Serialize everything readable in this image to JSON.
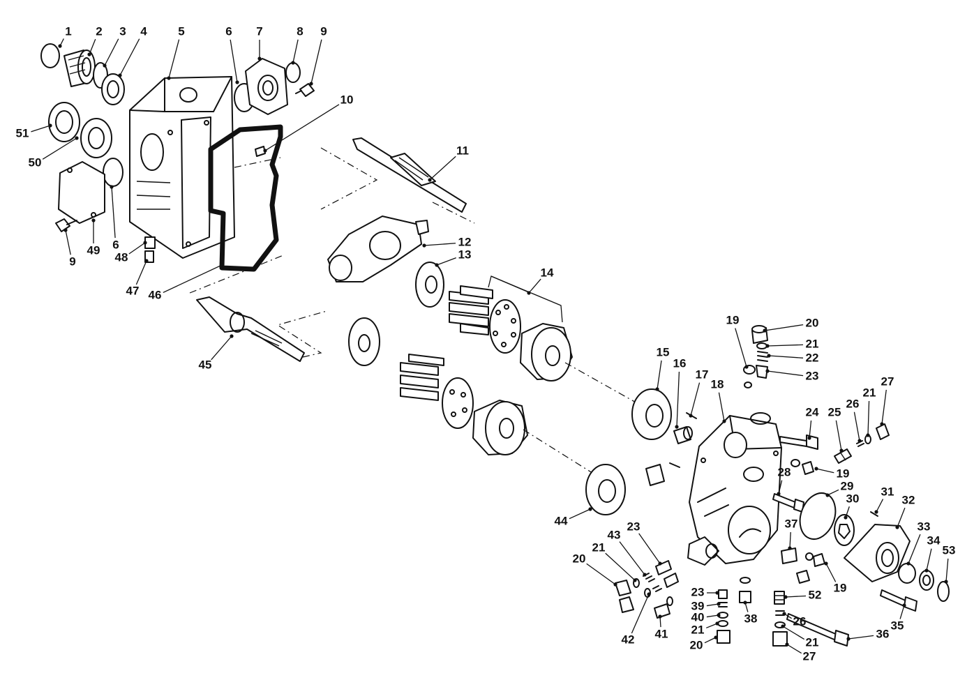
{
  "diagram": {
    "callouts": [
      "1",
      "2",
      "3",
      "4",
      "5",
      "6",
      "7",
      "8",
      "9",
      "10",
      "11",
      "12",
      "13",
      "14",
      "15",
      "16",
      "17",
      "18",
      "19",
      "20",
      "21",
      "22",
      "23",
      "24",
      "25",
      "26",
      "27",
      "28",
      "29",
      "30",
      "31",
      "32",
      "33",
      "34",
      "35",
      "36",
      "37",
      "38",
      "39",
      "40",
      "41",
      "42",
      "43",
      "44",
      "45",
      "46",
      "47",
      "48",
      "49",
      "50",
      "51",
      "52",
      "53"
    ]
  }
}
